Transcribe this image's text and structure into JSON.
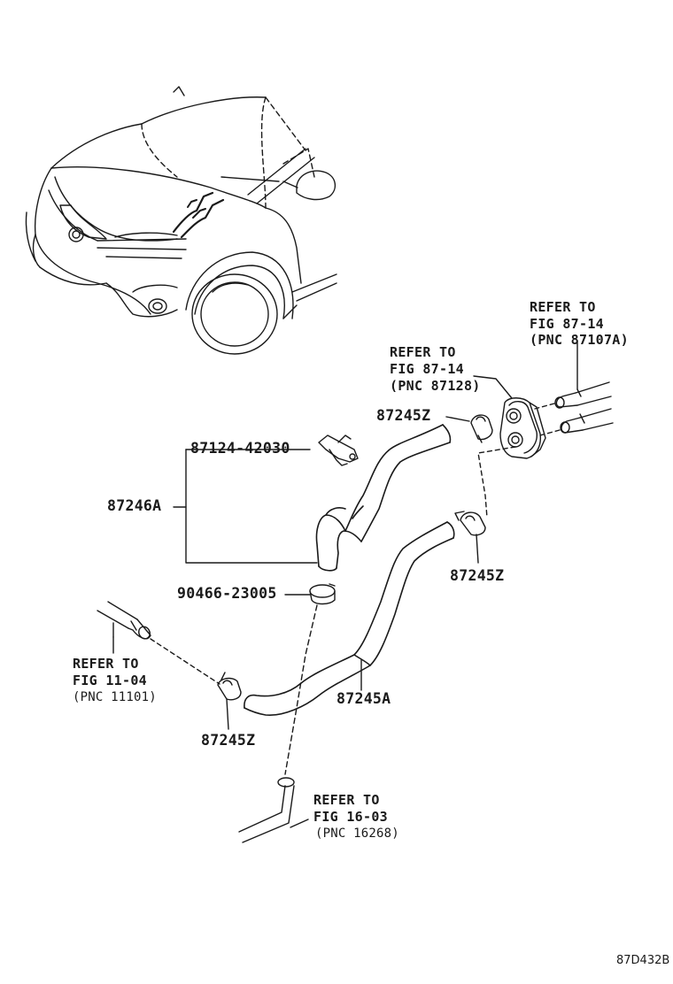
{
  "diagram": {
    "code": "87D432B",
    "line_color": "#1a1a1a",
    "parts": {
      "p_87124": "87124-42030",
      "p_87246A": "87246A",
      "p_90466": "90466-23005",
      "p_87245A": "87245A",
      "clamp_top": "87245Z",
      "clamp_right": "87245Z",
      "clamp_bottom": "87245Z"
    },
    "references": {
      "ref_87107A": {
        "line1": "REFER TO",
        "line2": "FIG 87-14",
        "line3": "(PNC 87107A)"
      },
      "ref_87128": {
        "line1": "REFER TO",
        "line2": "FIG 87-14",
        "line3": "(PNC 87128)"
      },
      "ref_11101": {
        "line1": "REFER TO",
        "line2": "FIG 11-04",
        "line3": "(PNC 11101)"
      },
      "ref_16268": {
        "line1": "REFER TO",
        "line2": "FIG 16-03",
        "line3": "(PNC 16268)"
      }
    }
  }
}
